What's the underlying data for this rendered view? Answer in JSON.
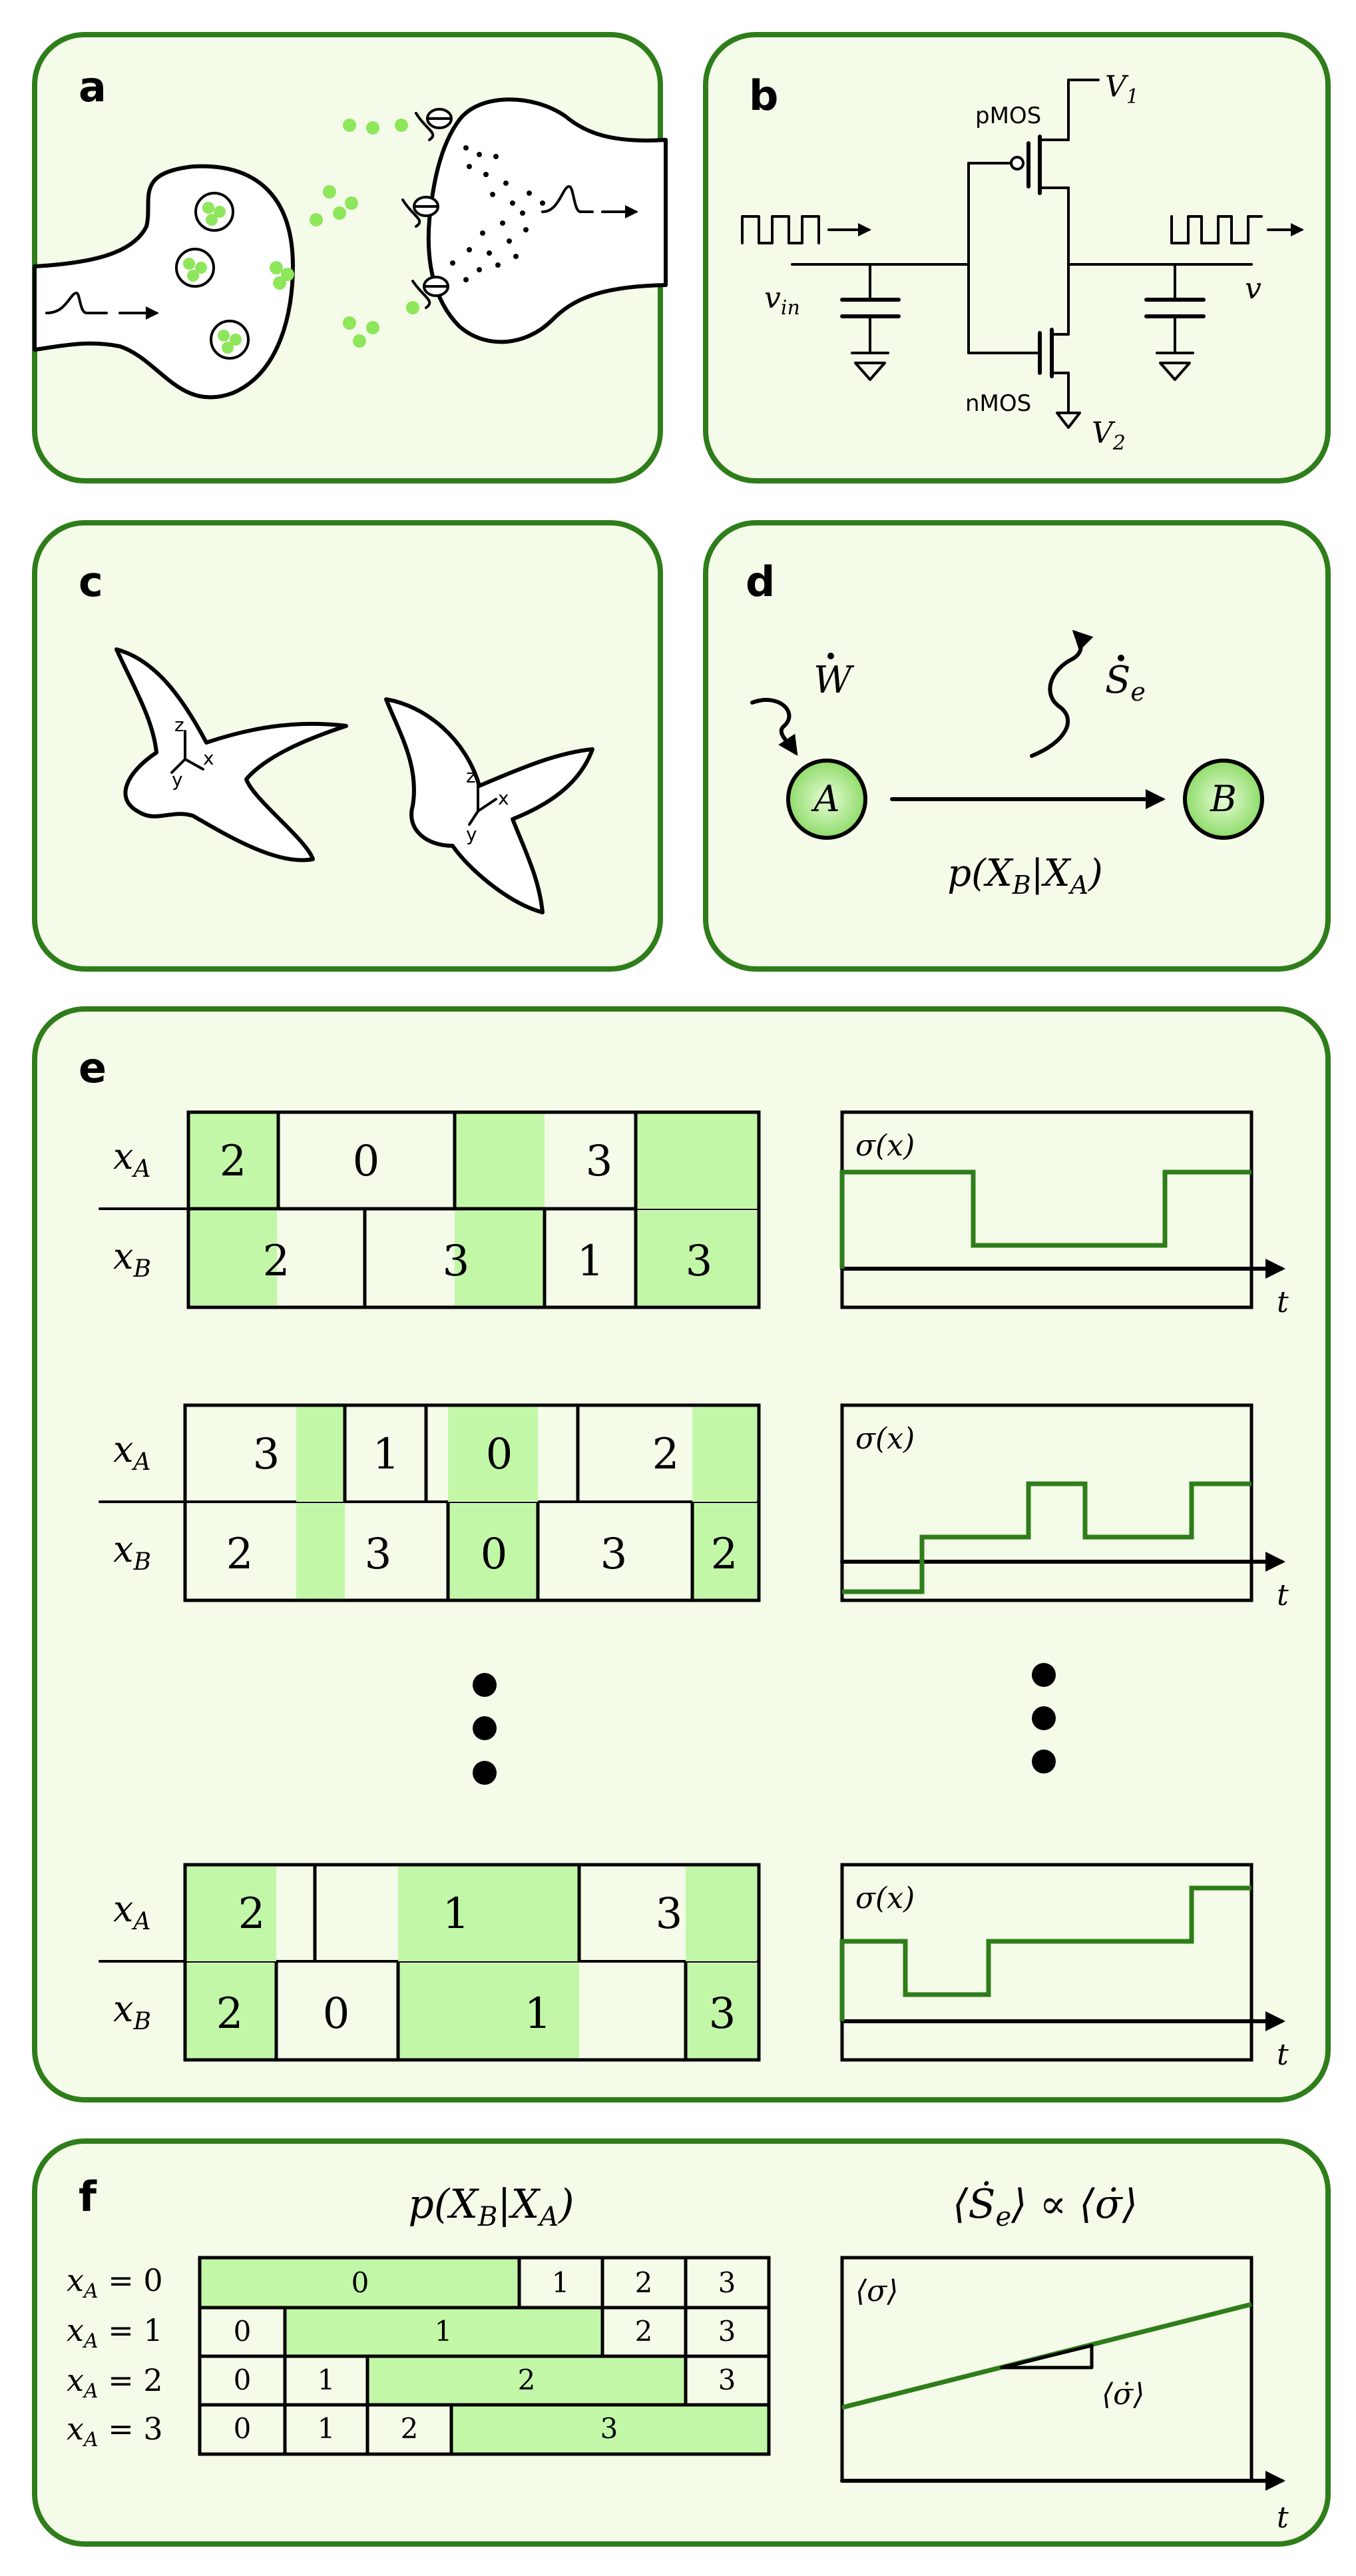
{
  "panels": {
    "a": {
      "label": "a"
    },
    "b": {
      "label": "b",
      "v1": "V",
      "v1_sub": "1",
      "v2": "V",
      "v2_sub": "2",
      "pmos": "pMOS",
      "nmos": "nMOS",
      "vin": "v",
      "vin_sub": "in",
      "vout": "v"
    },
    "c": {
      "label": "c",
      "axis_x": "x",
      "axis_y": "y",
      "axis_z": "z"
    },
    "d": {
      "label": "d",
      "node_a": "A",
      "node_b": "B",
      "work": "W",
      "entropy": "S",
      "entropy_sub": "e",
      "transition": "p(X",
      "transition_sub1": "B",
      "transition_mid": "|X",
      "transition_sub2": "A",
      "transition_end": ")"
    },
    "e": {
      "label": "e",
      "row_a": "x",
      "row_a_sub": "A",
      "row_b": "x",
      "row_b_sub": "B",
      "sigma": "σ(x)",
      "t": "t",
      "traj": [
        {
          "a": [
            "2",
            "0",
            "3"
          ],
          "b": [
            "2",
            "3",
            "1",
            "3"
          ]
        },
        {
          "a": [
            "3",
            "1",
            "0",
            "2"
          ],
          "b": [
            "2",
            "3",
            "0",
            "3",
            "2"
          ]
        },
        {
          "a": [
            "2",
            "1",
            "3"
          ],
          "b": [
            "2",
            "0",
            "1",
            "3"
          ]
        }
      ]
    },
    "f": {
      "label": "f",
      "matrix_title": "p(X",
      "matrix_title_sub1": "B",
      "matrix_title_mid": "|X",
      "matrix_title_sub2": "A",
      "matrix_title_end": ")",
      "plot_title": "⟨Ṡ",
      "plot_title_sub": "e",
      "plot_title_rest": "⟩ ∝ ⟨σ̇⟩",
      "rows": [
        {
          "label": "x",
          "sub": "A",
          "eq": " = 0",
          "cells": [
            "0",
            "1",
            "2",
            "3"
          ]
        },
        {
          "label": "x",
          "sub": "A",
          "eq": " = 1",
          "cells": [
            "0",
            "1",
            "2",
            "3"
          ]
        },
        {
          "label": "x",
          "sub": "A",
          "eq": " = 2",
          "cells": [
            "0",
            "1",
            "2",
            "3"
          ]
        },
        {
          "label": "x",
          "sub": "A",
          "eq": " = 3",
          "cells": [
            "0",
            "1",
            "2",
            "3"
          ]
        }
      ],
      "sigma_label": "⟨σ⟩",
      "sigma_dot_label": "⟨σ̇⟩",
      "t": "t"
    }
  }
}
